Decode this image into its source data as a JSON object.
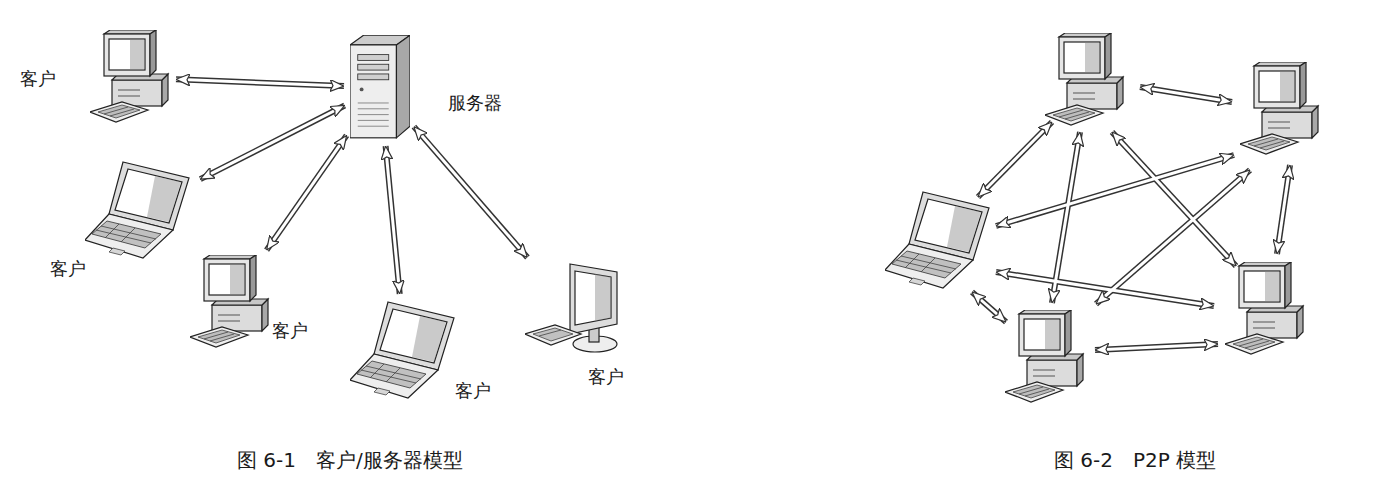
{
  "diagram": {
    "nodes": [
      {
        "text": [
          "客户"
        ]
      },
      {
        "text": [
          "服务器"
        ]
      },
      {
        "text": [
          "客户"
        ]
      },
      {
        "text": [
          "客户"
        ]
      },
      {
        "text": [
          "客户"
        ]
      },
      {
        "text": [
          "客户"
        ]
      }
    ],
    "edges": [
      {
        "from": 1,
        "to": 0,
        "arrow": "both"
      },
      {
        "from": 1,
        "to": 2,
        "arrow": "both"
      },
      {
        "from": 1,
        "to": 3,
        "arrow": "both"
      },
      {
        "from": 1,
        "to": 4,
        "arrow": "both"
      },
      {
        "from": 1,
        "to": 5,
        "arrow": "both"
      }
    ],
    "labels": [
      "图 6-1　客户/服务器模型",
      "图 6-2　P2P 模型"
    ]
  }
}
